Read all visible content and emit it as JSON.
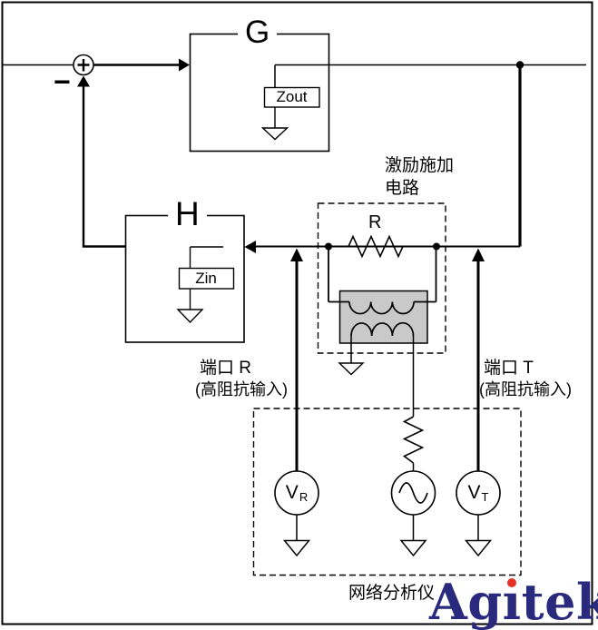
{
  "diagram": {
    "blocks": {
      "g_label": "G",
      "h_label": "H",
      "zout_label": "Zout",
      "zin_label": "Zin"
    },
    "sum": {
      "plus": "+",
      "minus": "−"
    },
    "excitation": {
      "title_line1": "激励施加",
      "title_line2": "电路",
      "resistor_label": "R"
    },
    "ports": {
      "port_r": {
        "name": "端口 R",
        "desc": "(高阻抗输入)"
      },
      "port_t": {
        "name": "端口 T",
        "desc": "(高阻抗输入)"
      }
    },
    "meters": {
      "vr": {
        "symbol": "V",
        "sub": "R"
      },
      "vt": {
        "symbol": "V",
        "sub": "T"
      }
    },
    "analyzer_label": "网络分析仪",
    "logo": {
      "text": "Agitek",
      "pre": "Ag",
      "dotless_i": "ı",
      "post": "tek",
      "color": "#29297e",
      "dot_color": "#e63226"
    },
    "colors": {
      "line": "#000000",
      "transformer_fill": "#c9c9c9",
      "background": "#ffffff"
    }
  }
}
